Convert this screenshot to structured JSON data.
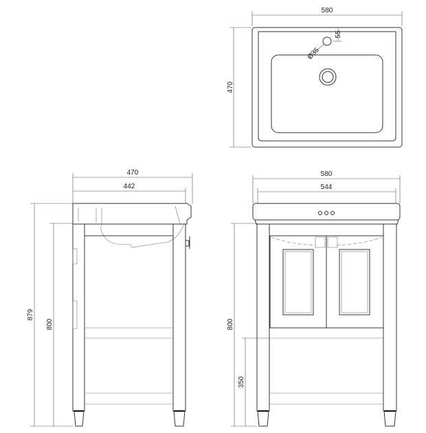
{
  "top_view": {
    "width": "580",
    "depth": "470",
    "tap_offset": "55",
    "tap_hole": "Ø35"
  },
  "side_view": {
    "basin_depth": "470",
    "inner_depth": "442",
    "total_height": "879",
    "frame_height": "800"
  },
  "front_view": {
    "basin_width": "580",
    "frame_width": "544",
    "frame_height": "800",
    "shelf_height": "350"
  },
  "colors": {
    "line": "#333333",
    "background": "#ffffff"
  }
}
